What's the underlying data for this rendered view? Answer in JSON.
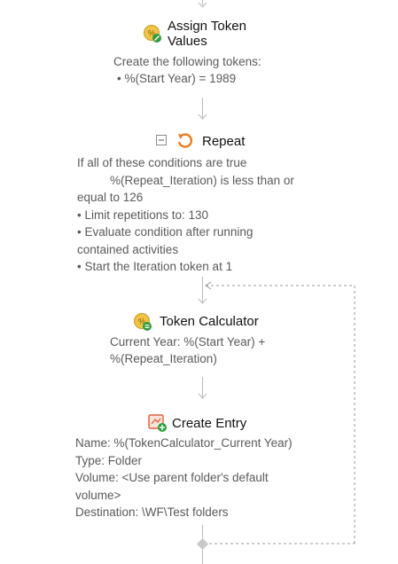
{
  "assign": {
    "title_l1": "Assign Token",
    "title_l2": "Values",
    "desc": "Create the following tokens:",
    "items": [
      "• %(Start Year) = 1989"
    ]
  },
  "repeat": {
    "title": "Repeat",
    "lines": [
      "If all of these conditions are true",
      "%(Repeat_Iteration) is less than or",
      "equal to 126",
      "• Limit repetitions to: 130",
      "• Evaluate condition after running",
      "contained activities",
      "• Start the Iteration token at 1"
    ]
  },
  "calc": {
    "title": "Token Calculator",
    "lines": [
      "Current Year: %(Start Year) +",
      "%(Repeat_Iteration)"
    ]
  },
  "entry": {
    "title": "Create Entry",
    "lines": [
      "Name: %(TokenCalculator_Current Year)",
      "Type: Folder",
      "Volume: <Use parent folder's default",
      "volume>",
      "Destination: \\WF\\Test folders"
    ]
  },
  "colors": {
    "connector": "#b9b9b9",
    "loop_dashed": "#9a9a9a",
    "repeat_icon": "#f07b1d",
    "token_icon": "#f0c040",
    "badge_green": "#2e9e3e"
  },
  "icons": [
    "token-assign-icon",
    "collapse-icon",
    "repeat-icon",
    "token-calculator-icon",
    "create-entry-icon"
  ]
}
